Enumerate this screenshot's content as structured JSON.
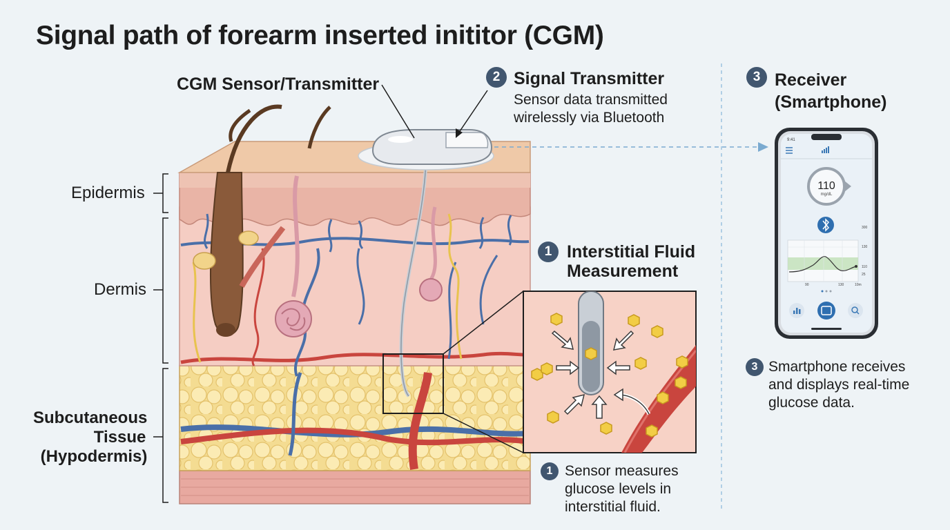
{
  "title": "Signal path of forearm inserted inititor  (CGM)",
  "labels": {
    "sensor": "CGM Sensor/Transmitter",
    "epidermis": "Epidermis",
    "dermis": "Dermis",
    "subcutaneous_1": "Subcutaneous",
    "subcutaneous_2": "Tissue",
    "subcutaneous_3": "(Hypodermis)"
  },
  "steps": {
    "transmitter": {
      "number": "2",
      "title": "Signal Transmitter",
      "text_1": "Sensor data transmitted",
      "text_2": "wirelessly via Bluetooth"
    },
    "receiver": {
      "number": "3",
      "title_1": "Receiver",
      "title_2": "(Smartphone)",
      "note_number": "3",
      "text_1": "Smartphone receives",
      "text_2": "and displays real-time",
      "text_3": "glucose data."
    },
    "measurement": {
      "number": "1",
      "title_1": "Interstitial Fluid",
      "title_2": "Measurement",
      "note_number": "1",
      "text_1": "Sensor measures",
      "text_2": "glucose levels in",
      "text_3": "interstitial fluid."
    }
  },
  "phone": {
    "status_time": "9:41",
    "glucose_value": "110",
    "glucose_unit": "mg/dL",
    "chart_y_ticks": [
      "300",
      "130",
      "110",
      "25"
    ],
    "chart_x_ticks": [
      "90",
      "130",
      "10m"
    ],
    "icons": [
      "menu-icon",
      "signal-bars-icon",
      "bluetooth-icon",
      "bar-chart-icon",
      "home-icon",
      "search-icon"
    ]
  },
  "colors": {
    "badge": "#41566f",
    "skin_top": "#efc9a8",
    "dermis": "#f4cbc0",
    "fat": "#f6e3a0",
    "artery": "#c9453e",
    "vein": "#4a6fa8",
    "glucose": "#f2cd45",
    "link_dash": "#7aaad0"
  }
}
